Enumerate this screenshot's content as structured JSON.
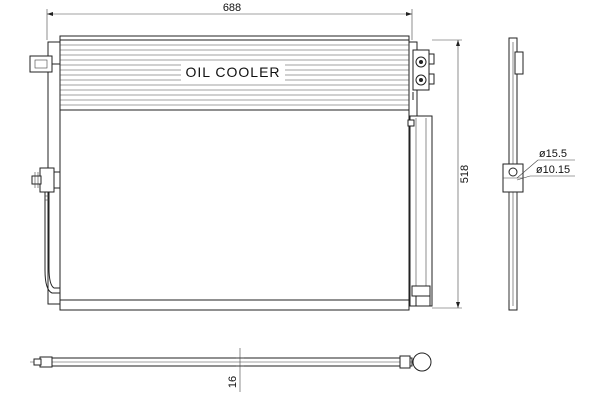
{
  "drawing": {
    "width_label": "688",
    "height_label": "518",
    "thickness_label": "16",
    "panel_label": "OIL COOLER",
    "dia_outer_label": "ø15.5",
    "dia_inner_label": "ø10.15"
  },
  "colors": {
    "line": "#222222",
    "background": "#ffffff"
  }
}
